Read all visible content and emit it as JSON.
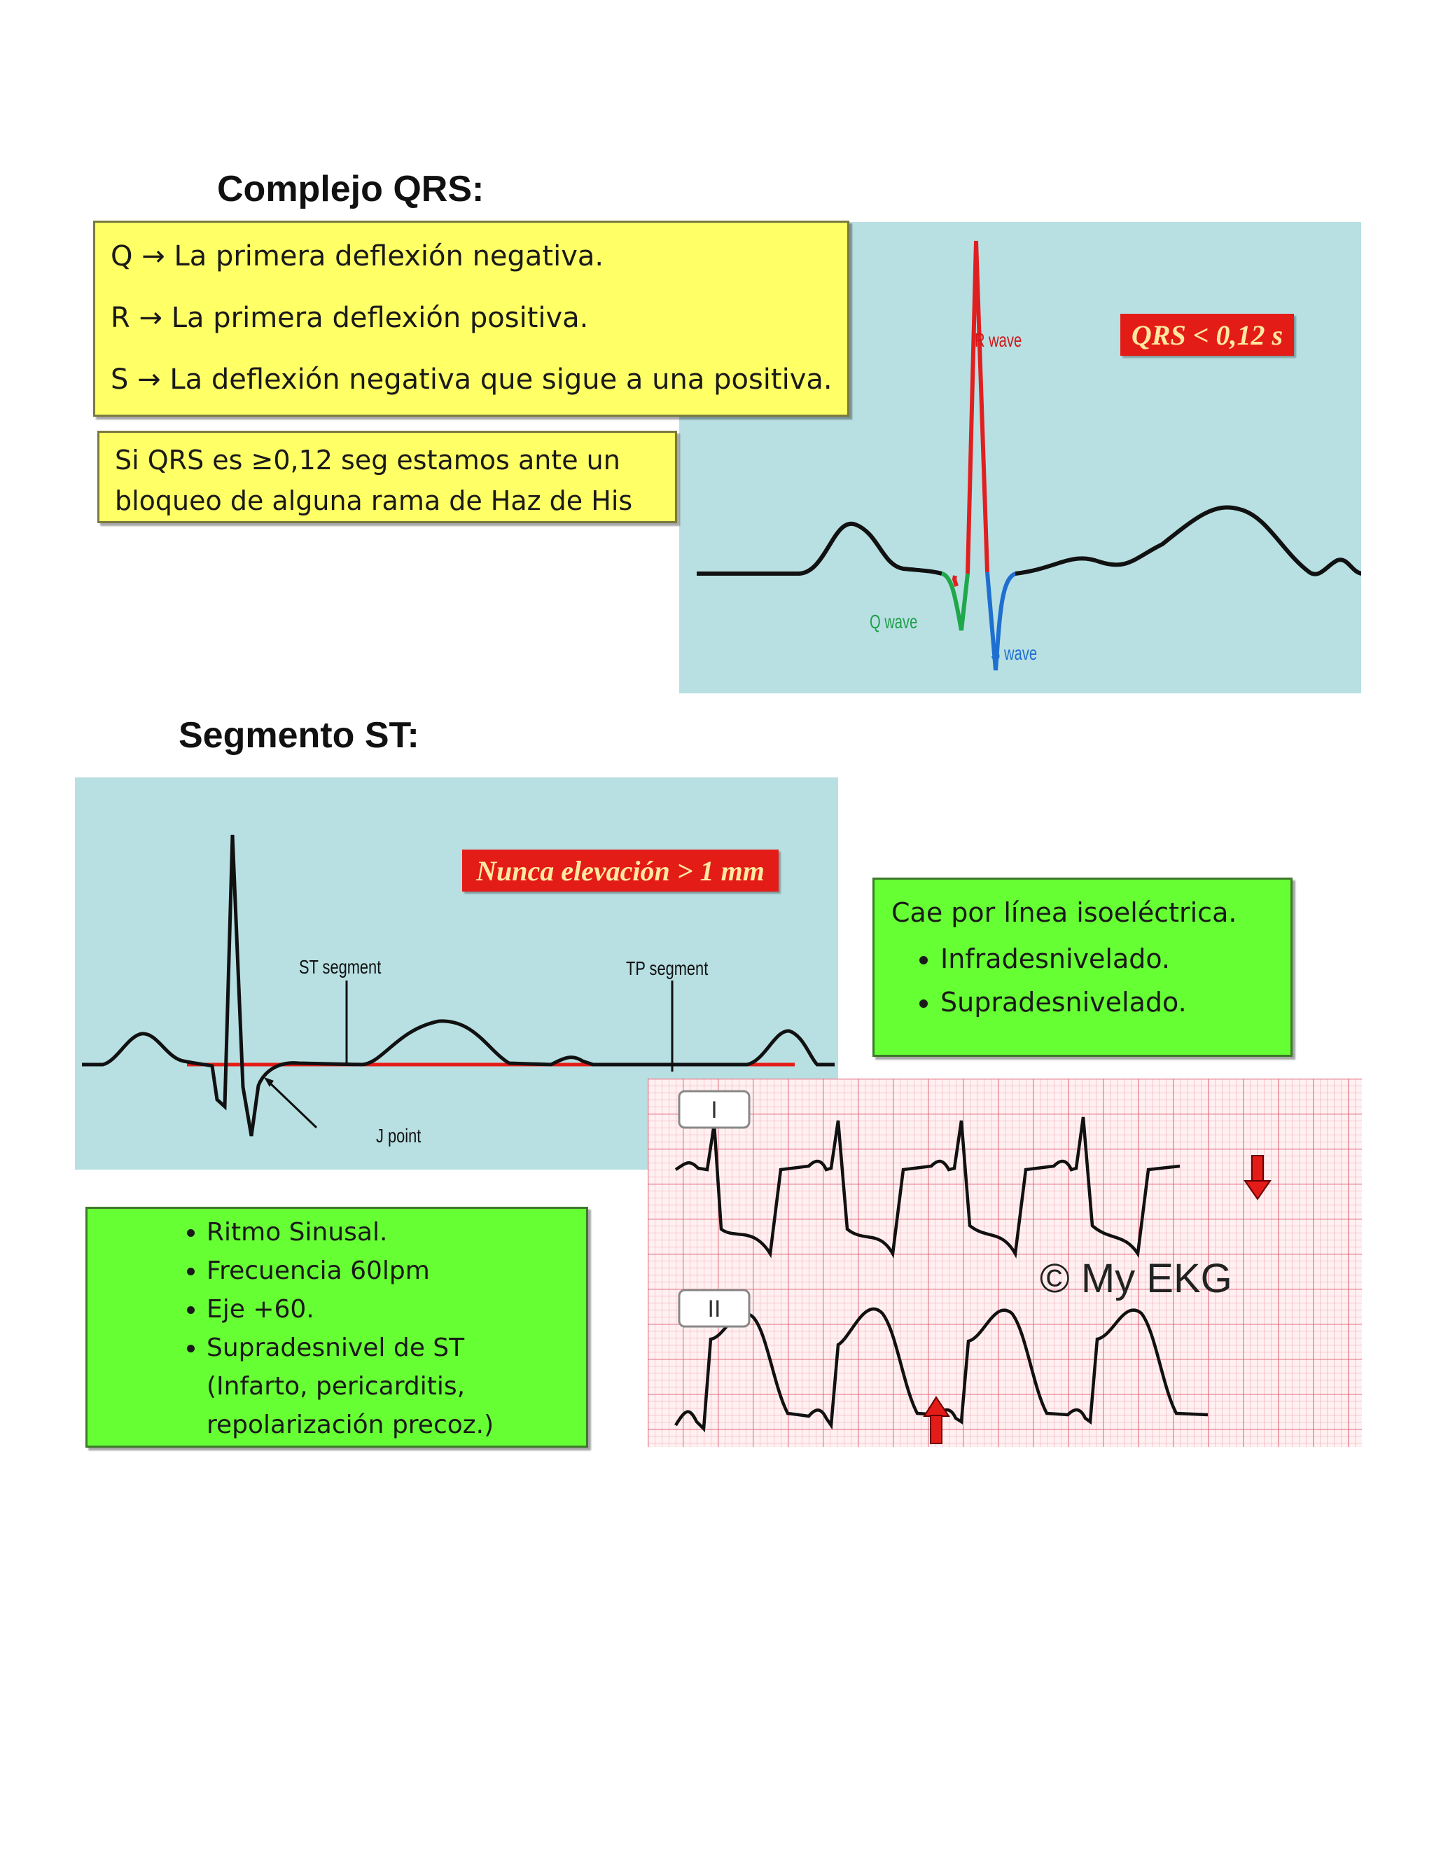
{
  "qrs": {
    "heading": "Complejo QRS:",
    "definitions": [
      {
        "letter": "Q",
        "arrow": "→",
        "text": "La primera deflexión negativa."
      },
      {
        "letter": "R",
        "arrow": "→",
        "text": "La primera deflexión positiva."
      },
      {
        "letter": "S",
        "arrow": "→",
        "text": "La deflexión negativa que sigue a una positiva."
      }
    ],
    "note_line1": "Si QRS es ≥0,12 seg estamos ante un",
    "note_line2": "bloqueo de alguna rama de Haz de His",
    "badge": "QRS < 0,12 s",
    "labels": {
      "r_wave": "R wave",
      "q_wave": "Q wave",
      "s_wave": "S wave"
    }
  },
  "st": {
    "heading": "Segmento ST:",
    "badge": "Nunca elevación > 1 mm",
    "labels": {
      "st_segment": "ST segment",
      "tp_segment": "TP segment",
      "j_point": "J point"
    },
    "green_box": {
      "title": "Cae por línea isoeléctrica.",
      "items": [
        "Infradesnivelado.",
        "Supradesnivelado."
      ]
    },
    "findings": [
      "Ritmo Sinusal.",
      "Frecuencia 60lpm",
      "Eje +60.",
      "Supradesnivel de ST (Infarto, pericarditis, repolarización precoz.)"
    ],
    "ekg": {
      "lead_1": "I",
      "lead_2": "II",
      "watermark": "© My EKG"
    }
  },
  "colors": {
    "yellow_box": "#ffff66",
    "green_box": "#66ff33",
    "panel_blue": "#b8e0e3",
    "badge_red": "#e41c17",
    "r_wave": "#e02020",
    "q_wave": "#1fa84a",
    "s_wave": "#1f6fd0"
  }
}
